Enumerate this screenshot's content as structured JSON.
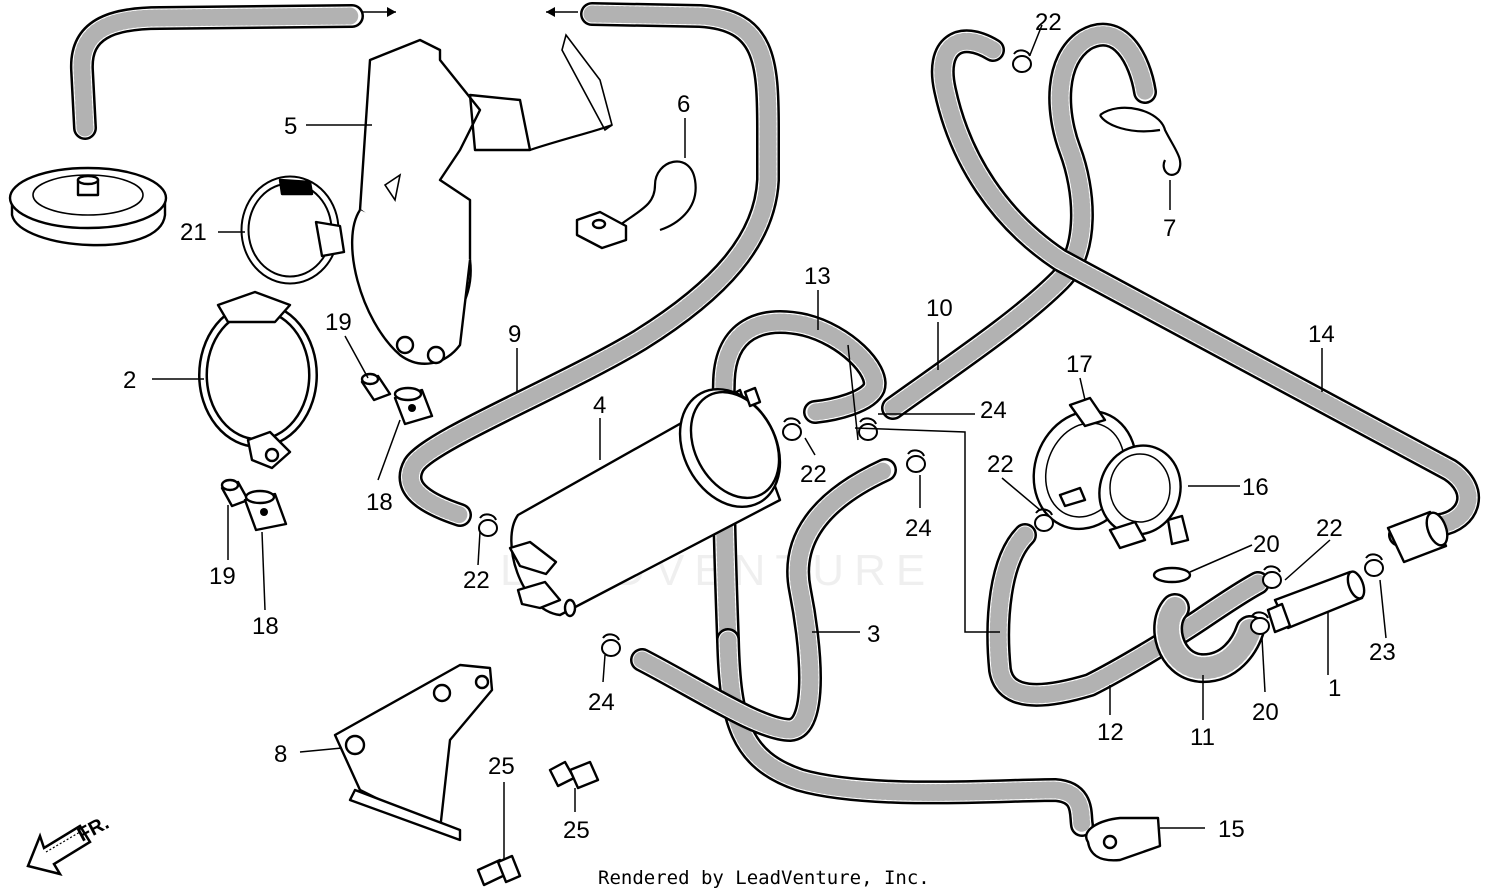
{
  "footer": {
    "text": "Rendered by LeadVenture, Inc."
  },
  "watermark": {
    "text": "LEADVENTURE"
  },
  "direction": {
    "label": "FR."
  },
  "callouts": {
    "c1": "1",
    "c2": "2",
    "c3": "3",
    "c4": "4",
    "c5": "5",
    "c6": "6",
    "c7": "7",
    "c8": "8",
    "c9": "9",
    "c10": "10",
    "c11": "11",
    "c12": "12",
    "c13": "13",
    "c14": "14",
    "c15": "15",
    "c16": "16",
    "c17": "17",
    "c18a": "18",
    "c18b": "18",
    "c19a": "19",
    "c19b": "19",
    "c20a": "20",
    "c20b": "20",
    "c21": "21",
    "c22a": "22",
    "c22b": "22",
    "c22c": "22",
    "c22d": "22",
    "c22e": "22",
    "c23": "23",
    "c24a": "24",
    "c24b": "24",
    "c24c": "24",
    "c25a": "25",
    "c25b": "25"
  },
  "colors": {
    "line": "#000000",
    "background": "#ffffff"
  }
}
